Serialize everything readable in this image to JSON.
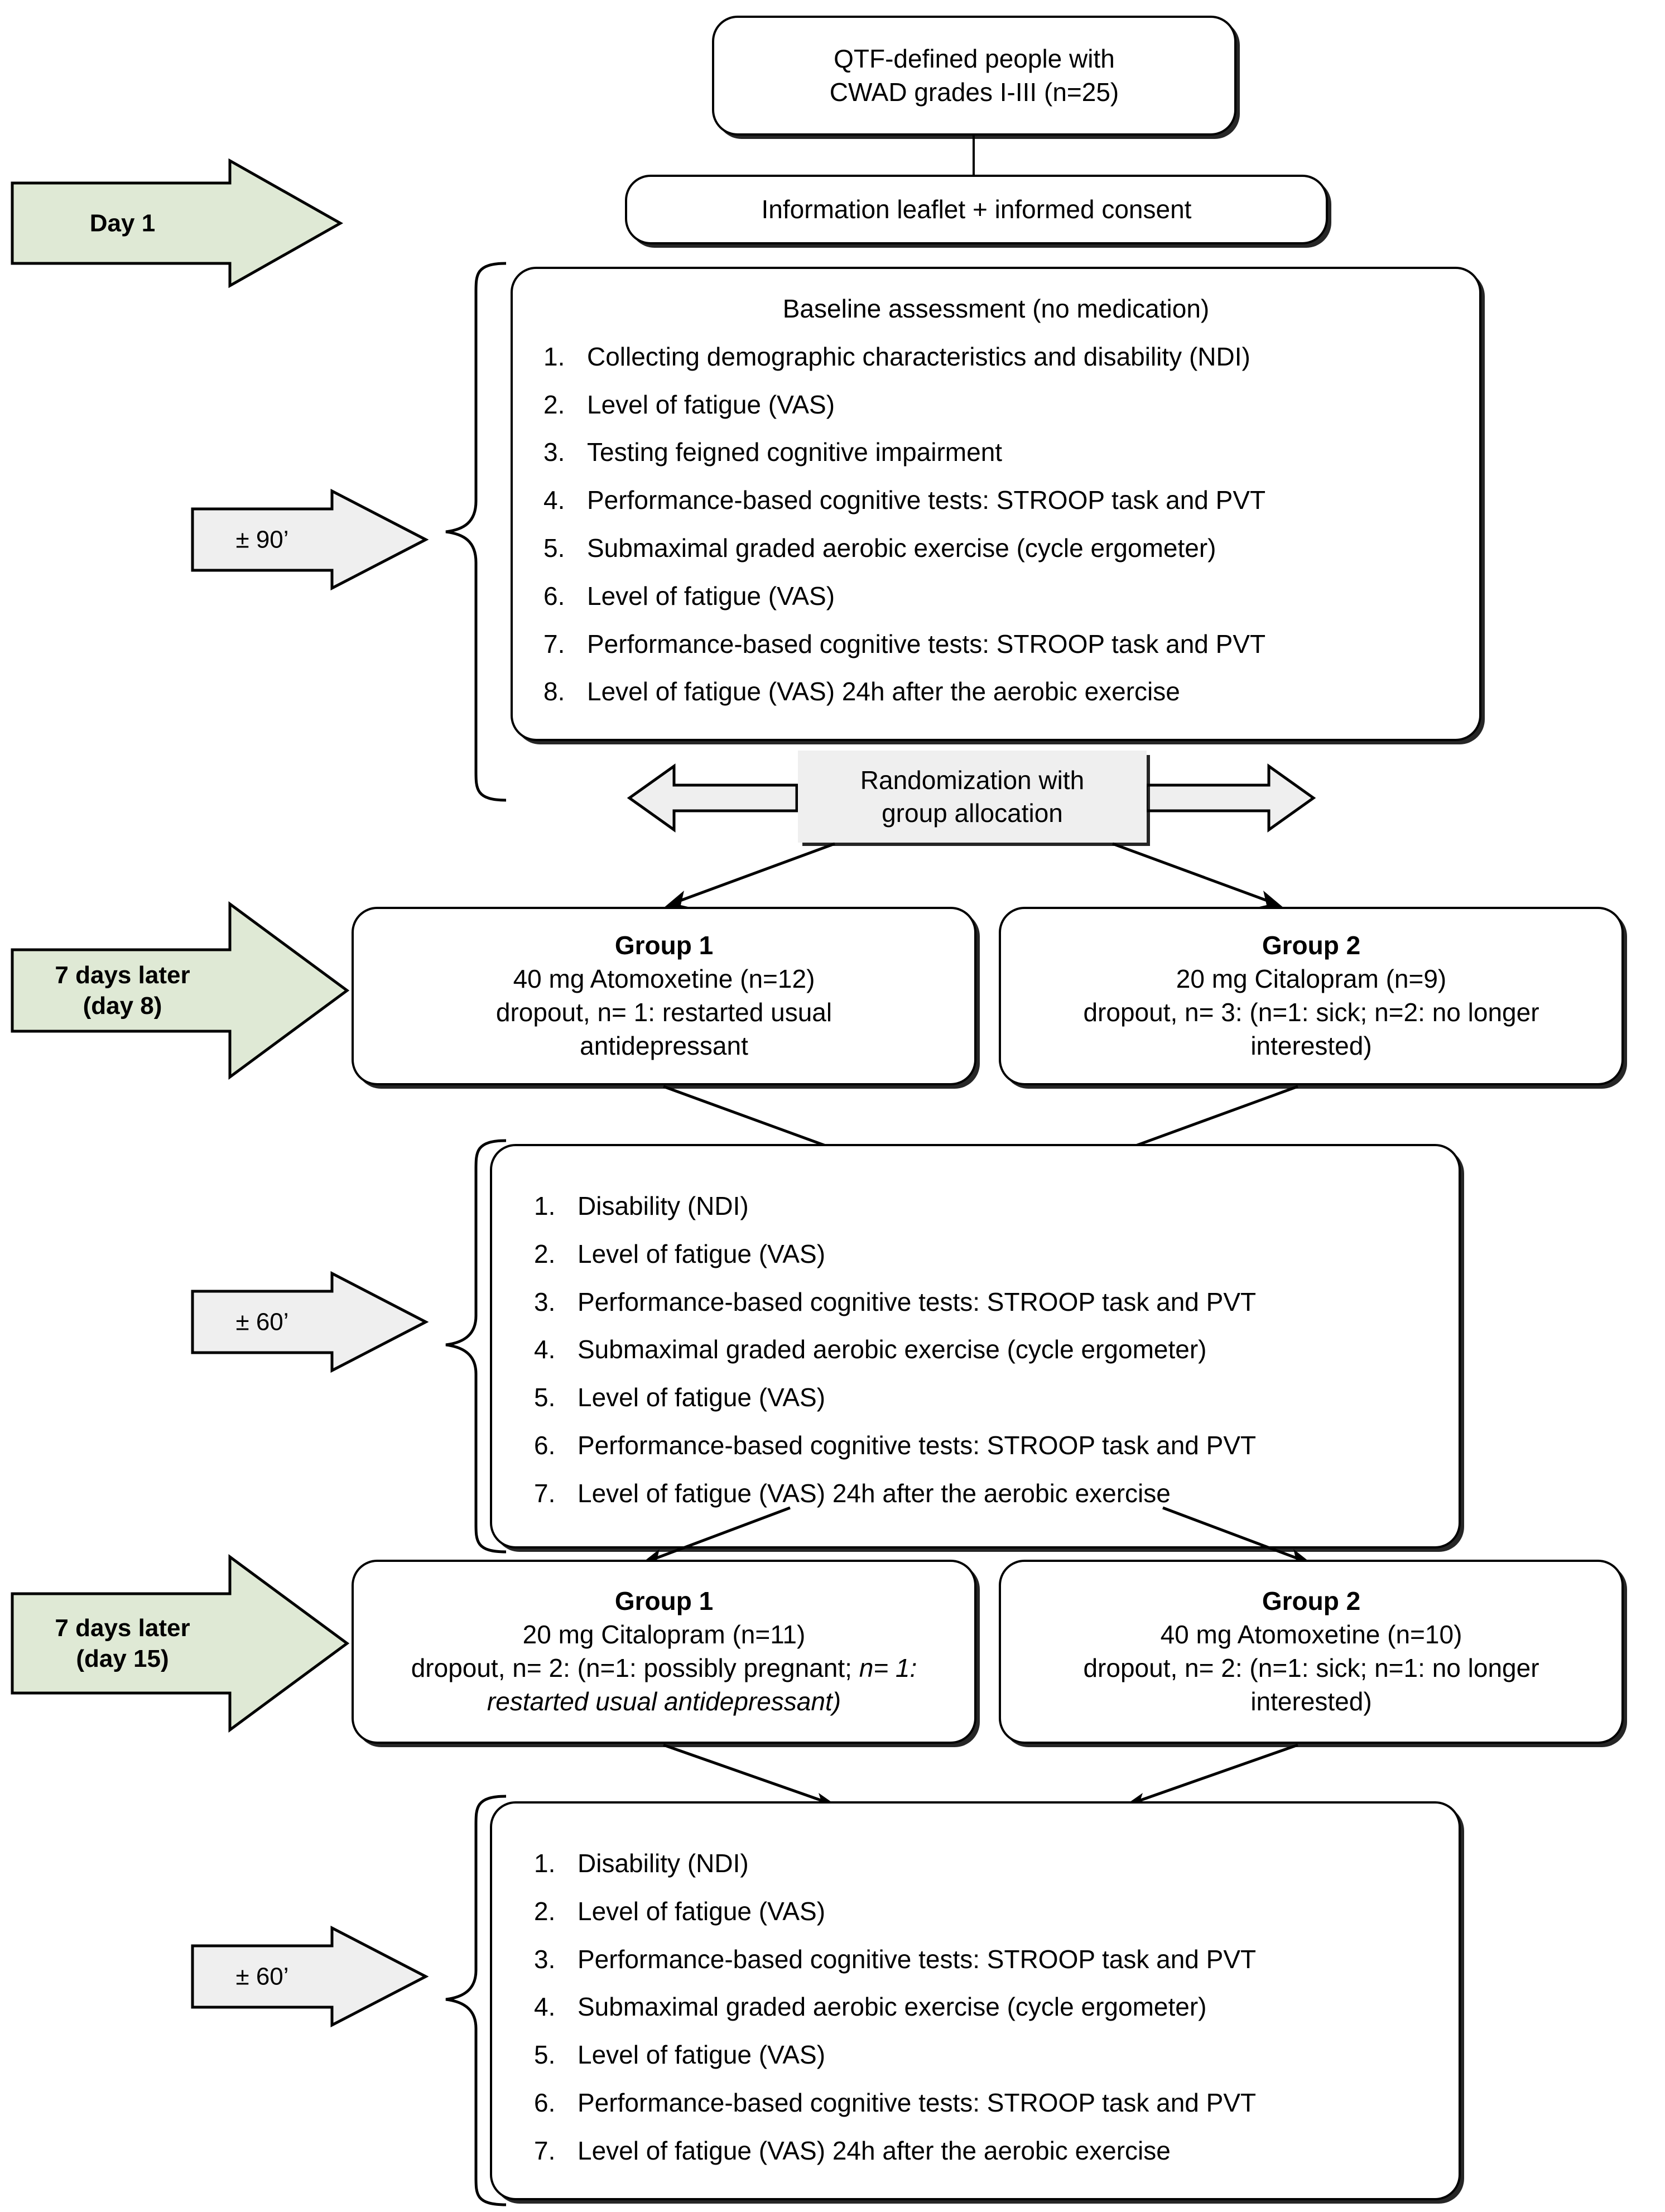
{
  "diagram": {
    "title": "Study flow diagram",
    "colors": {
      "green_arrow_fill": "#dfe9d5",
      "gray_arrow_fill": "#efefef",
      "box_border": "#000000",
      "box_fill": "#ffffff",
      "randomization_fill": "#efefef"
    },
    "top_box": {
      "line1": "QTF-defined people with",
      "line2": "CWAD grades I-III (n=25)"
    },
    "consent_box": {
      "text": "Information leaflet + informed consent"
    },
    "timeline_arrows": [
      {
        "id": "day-1",
        "line1": "Day 1",
        "line2": "",
        "style": "green"
      },
      {
        "id": "plus-minus-90",
        "line1": "± 90’",
        "line2": "",
        "style": "gray"
      },
      {
        "id": "day-8",
        "line1": "7 days later",
        "line2": "(day 8)",
        "style": "green"
      },
      {
        "id": "plus-minus-60-a",
        "line1": "± 60’",
        "line2": "",
        "style": "gray"
      },
      {
        "id": "day-15",
        "line1": "7 days later",
        "line2": "(day 15)",
        "style": "green"
      },
      {
        "id": "plus-minus-60-b",
        "line1": "± 60’",
        "line2": "",
        "style": "gray"
      }
    ],
    "baseline_box": {
      "header": "Baseline assessment (no medication)",
      "items": [
        "Collecting demographic characteristics and disability (NDI)",
        "Level of fatigue (VAS)",
        "Testing feigned cognitive impairment",
        "Performance-based cognitive tests: STROOP task and PVT",
        "Submaximal graded aerobic exercise (cycle ergometer)",
        "Level of fatigue (VAS)",
        "Performance-based cognitive tests: STROOP task and PVT",
        "Level of fatigue (VAS) 24h after the aerobic exercise"
      ]
    },
    "randomization": {
      "line1": "Randomization with",
      "line2": "group allocation"
    },
    "period1": {
      "group1": {
        "title": "Group 1",
        "medication": "40 mg Atomoxetine (n=12)",
        "dropout_line1": "dropout, n= 1: restarted usual",
        "dropout_line2": "antidepressant",
        "dropout_line1_italic": "",
        "dropout_line2_italic": ""
      },
      "group2": {
        "title": "Group 2",
        "medication": "20 mg Citalopram (n=9)",
        "dropout_line1": "dropout, n= 3: (n=1: sick; n=2: no longer",
        "dropout_line2": "interested)"
      }
    },
    "assessment2": {
      "items": [
        "Disability (NDI)",
        "Level of fatigue (VAS)",
        "Performance-based cognitive tests: STROOP task and PVT",
        "Submaximal graded aerobic exercise (cycle ergometer)",
        "Level of fatigue (VAS)",
        "Performance-based cognitive tests: STROOP task and PVT",
        "Level of fatigue (VAS) 24h after the aerobic exercise"
      ]
    },
    "period2": {
      "group1": {
        "title": "Group 1",
        "medication": "20 mg Citalopram (n=11)",
        "dropout_line1_plain": "dropout, n= 2: (n=1: possibly pregnant; ",
        "dropout_line1_italic": "n= 1:",
        "dropout_line2_italic": "restarted usual antidepressant)"
      },
      "group2": {
        "title": "Group 2",
        "medication": "40 mg Atomoxetine (n=10)",
        "dropout_line1": "dropout, n= 2: (n=1: sick; n=1: no longer",
        "dropout_line2": "interested)"
      }
    },
    "assessment3": {
      "items": [
        "Disability (NDI)",
        "Level of fatigue (VAS)",
        "Performance-based cognitive tests: STROOP task and PVT",
        "Submaximal graded aerobic exercise (cycle ergometer)",
        "Level of fatigue (VAS)",
        "Performance-based cognitive tests: STROOP task and PVT",
        "Level of fatigue (VAS) 24h after the aerobic exercise"
      ]
    }
  }
}
